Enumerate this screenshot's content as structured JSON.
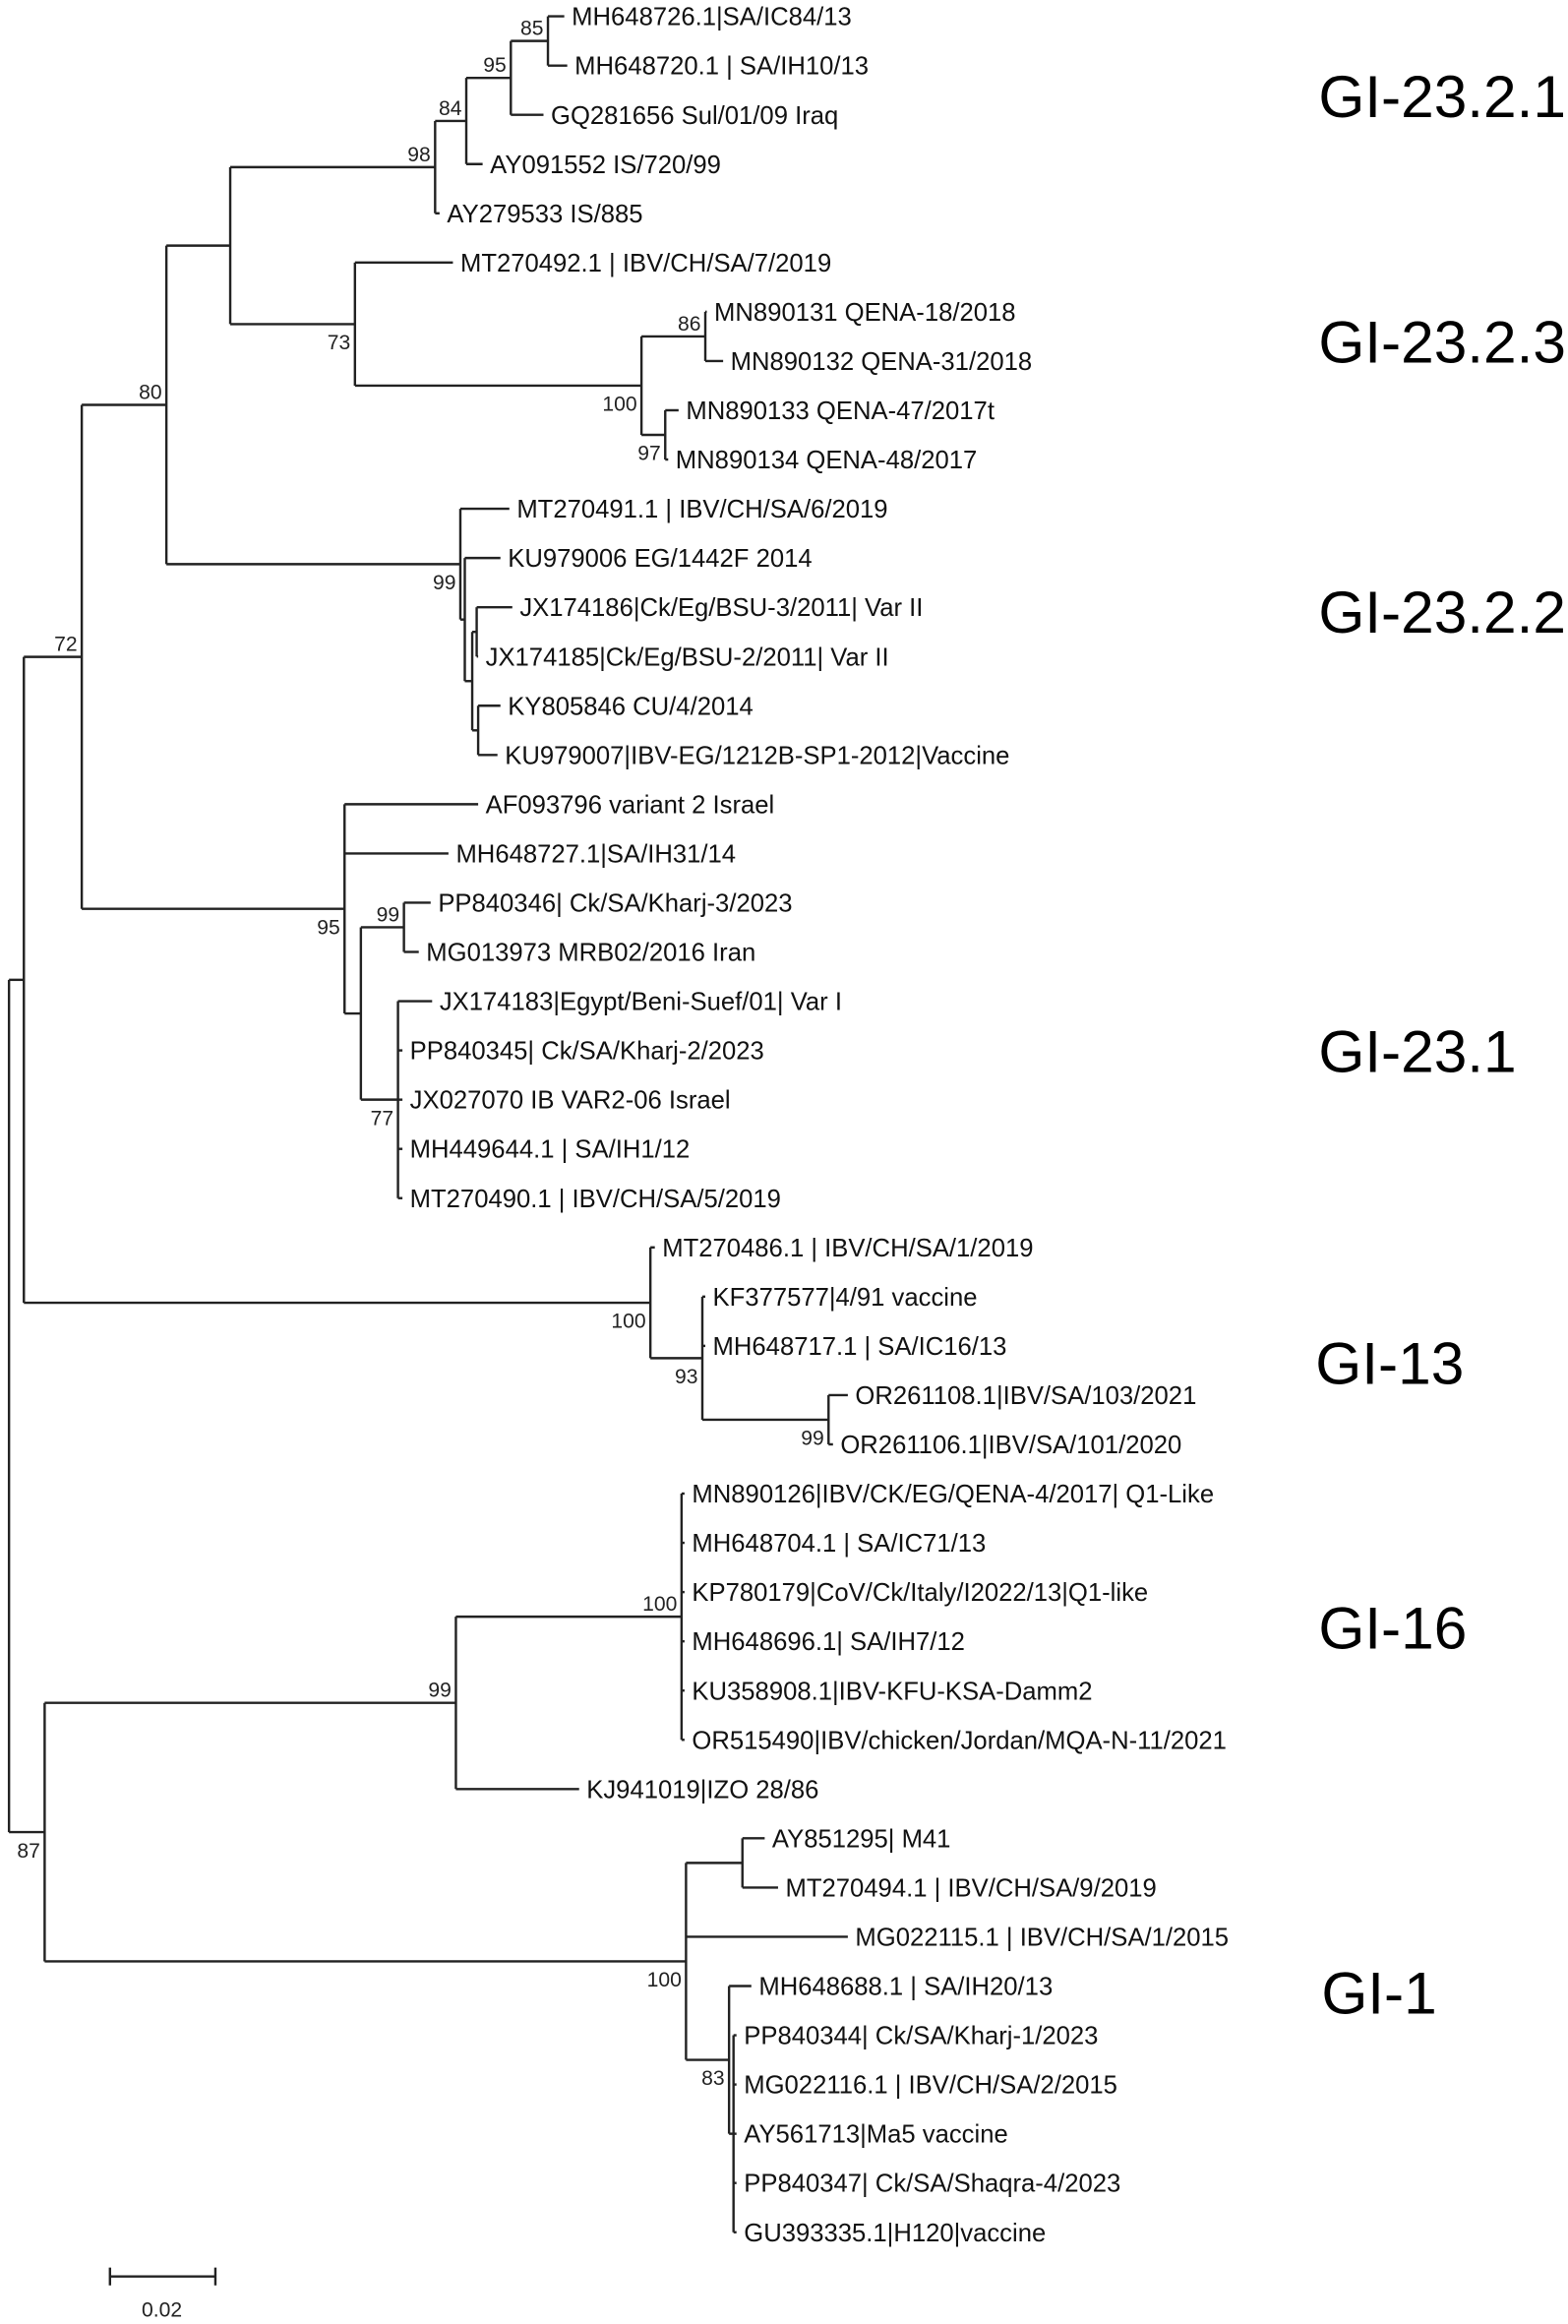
{
  "colors": {
    "branch": "#222222",
    "default_label": "#111111",
    "new_isolate": "#cc1111",
    "new_isolate_dark": "#a01515",
    "vaccine": "#1a1aff"
  },
  "leaves": [
    {
      "label": "MH648726.1|SA/IC84/13"
    },
    {
      "label": "MH648720.1 | SA/IH10/13"
    },
    {
      "label": "GQ281656 Sul/01/09 Iraq"
    },
    {
      "label": "AY091552 IS/720/99"
    },
    {
      "label": "AY279533 IS/885"
    },
    {
      "label": "MT270492.1 | IBV/CH/SA/7/2019"
    },
    {
      "label": "MN890131 QENA-18/2018"
    },
    {
      "label": "MN890132 QENA-31/2018"
    },
    {
      "label": "MN890133 QENA-47/2017t"
    },
    {
      "label": "MN890134 QENA-48/2017"
    },
    {
      "label": "MT270491.1 | IBV/CH/SA/6/2019"
    },
    {
      "label": "KU979006 EG/1442F 2014"
    },
    {
      "label": "JX174186|Ck/Eg/BSU-3/2011| Var II"
    },
    {
      "label": "JX174185|Ck/Eg/BSU-2/2011| Var II"
    },
    {
      "label": "KY805846 CU/4/2014"
    },
    {
      "label": "KU979007|IBV-EG/1212B-SP1-2012|Vaccine",
      "color": "#1a1aff"
    },
    {
      "label": "AF093796 variant 2 Israel"
    },
    {
      "label": "MH648727.1|SA/IH31/14"
    },
    {
      "label": "PP840346| Ck/SA/Kharj-3/2023",
      "color": "#cc1111"
    },
    {
      "label": "MG013973 MRB02/2016 Iran"
    },
    {
      "label": "JX174183|Egypt/Beni-Suef/01| Var I"
    },
    {
      "label": "PP840345| Ck/SA/Kharj-2/2023",
      "color": "#a01515"
    },
    {
      "label": "JX027070 IB VAR2-06 Israel"
    },
    {
      "label": "MH449644.1 | SA/IH1/12"
    },
    {
      "label": "MT270490.1 | IBV/CH/SA/5/2019"
    },
    {
      "label": "MT270486.1 | IBV/CH/SA/1/2019"
    },
    {
      "label": "KF377577|4/91 vaccine",
      "color": "#1a1aff"
    },
    {
      "label": "MH648717.1 | SA/IC16/13"
    },
    {
      "label": "OR261108.1|IBV/SA/103/2021"
    },
    {
      "label": "OR261106.1|IBV/SA/101/2020"
    },
    {
      "label": "MN890126|IBV/CK/EG/QENA-4/2017| Q1-Like"
    },
    {
      "label": "MH648704.1 | SA/IC71/13"
    },
    {
      "label": "KP780179|CoV/Ck/Italy/I2022/13|Q1-like"
    },
    {
      "label": "MH648696.1| SA/IH7/12"
    },
    {
      "label": "KU358908.1|IBV-KFU-KSA-Damm2"
    },
    {
      "label": "OR515490|IBV/chicken/Jordan/MQA-N-11/2021"
    },
    {
      "label": "KJ941019|IZO 28/86"
    },
    {
      "label": "AY851295| M41"
    },
    {
      "label": "MT270494.1 | IBV/CH/SA/9/2019"
    },
    {
      "label": "MG022115.1 | IBV/CH/SA/1/2015"
    },
    {
      "label": "MH648688.1 | SA/IH20/13"
    },
    {
      "label": "PP840344| Ck/SA/Kharj-1/2023",
      "color": "#cc1111"
    },
    {
      "label": "MG022116.1 | IBV/CH/SA/2/2015"
    },
    {
      "label": "AY561713|Ma5 vaccine",
      "color": "#1a1aff"
    },
    {
      "label": "PP840347| Ck/SA/Shaqra-4/2023",
      "color": "#a01515"
    },
    {
      "label": "GU393335.1|H120|vaccine",
      "color": "#1a1aff"
    }
  ],
  "bootstrap": [
    "72",
    "80",
    "98",
    "84",
    "95",
    "85",
    "73",
    "100",
    "86",
    "97",
    "99",
    "95",
    "99",
    "77",
    "100",
    "93",
    "99",
    "87",
    "99",
    "100",
    "100",
    "83"
  ],
  "clades": [
    "GI-23.2.1",
    "GI-23.2.3",
    "GI-23.2.2",
    "GI-23.1",
    "GI-13",
    "GI-16",
    "GI-1"
  ],
  "scale_bar": {
    "label": "0.02",
    "value": 0.02
  }
}
